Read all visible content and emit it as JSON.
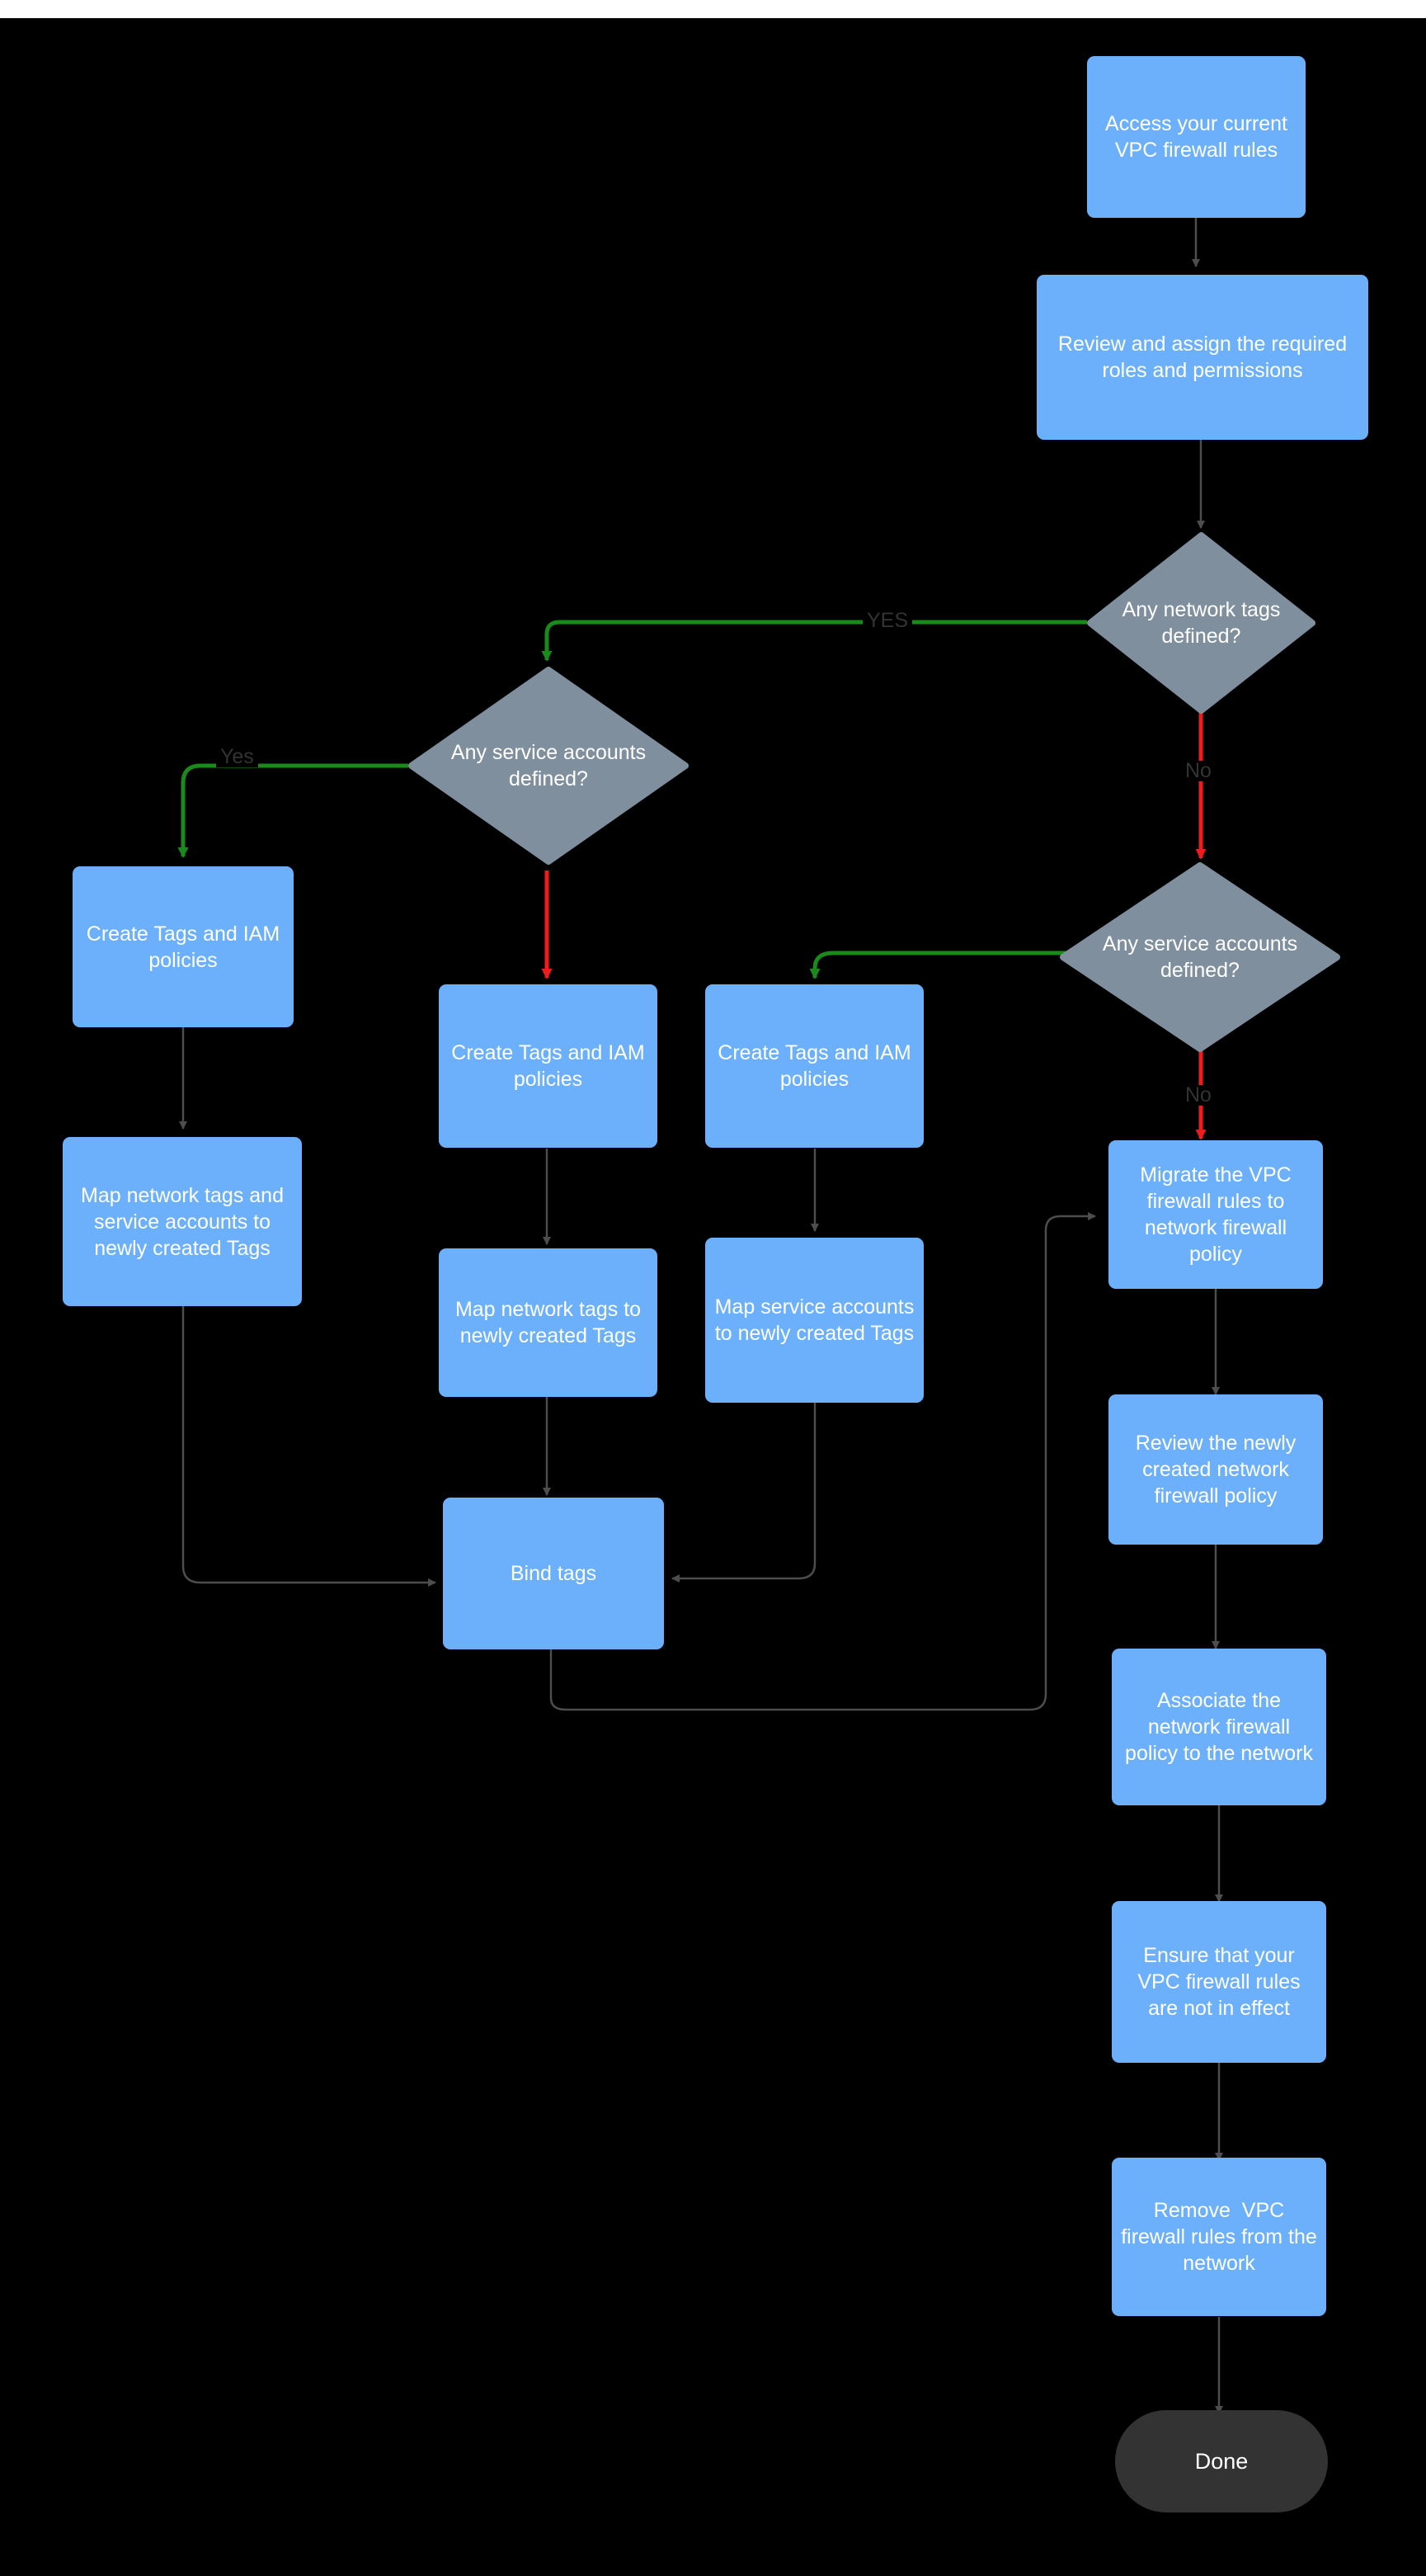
{
  "diagram": {
    "title": "VPC firewall rules to network firewall policy migration flow",
    "colors": {
      "background": "#000000",
      "process_fill": "#6cb0fb",
      "decision_fill": "#7f8f9e",
      "terminal_fill": "#333333",
      "node_text": "#ffffff",
      "edge_default": "#4d4d4d",
      "edge_yes": "#1a8a1a",
      "edge_no": "#ee1c1c",
      "edge_label_text": "#333333"
    },
    "nodes": [
      {
        "id": "access_rules",
        "kind": "process",
        "label": "Access your current VPC firewall rules"
      },
      {
        "id": "review_roles",
        "kind": "process",
        "label": "Review and assign the required roles and permissions"
      },
      {
        "id": "net_tags_decision",
        "kind": "decision",
        "label": "Any network tags defined?"
      },
      {
        "id": "svc_acct_left",
        "kind": "decision",
        "label": "Any service accounts defined?"
      },
      {
        "id": "svc_acct_right",
        "kind": "decision",
        "label": "Any service accounts defined?"
      },
      {
        "id": "create_tags_left",
        "kind": "process",
        "label": "Create Tags and IAM policies"
      },
      {
        "id": "create_tags_mid",
        "kind": "process",
        "label": "Create Tags and IAM policies"
      },
      {
        "id": "create_tags_right",
        "kind": "process",
        "label": "Create Tags and IAM policies"
      },
      {
        "id": "map_both",
        "kind": "process",
        "label": "Map network tags and service accounts to newly created Tags"
      },
      {
        "id": "map_net_tags",
        "kind": "process",
        "label": "Map network tags to newly created Tags"
      },
      {
        "id": "map_svc_accts",
        "kind": "process",
        "label": "Map service accounts  to newly created Tags"
      },
      {
        "id": "bind_tags",
        "kind": "process",
        "label": "Bind tags"
      },
      {
        "id": "migrate_rules",
        "kind": "process",
        "label": "Migrate the VPC firewall rules to network firewall policy"
      },
      {
        "id": "review_policy",
        "kind": "process",
        "label": "Review the newly created network firewall policy"
      },
      {
        "id": "associate_policy",
        "kind": "process",
        "label": "Associate the network firewall policy to the network"
      },
      {
        "id": "ensure_not_effect",
        "kind": "process",
        "label": "Ensure that your VPC firewall rules are not in effect"
      },
      {
        "id": "remove_rules",
        "kind": "process",
        "label": "Remove  VPC firewall rules from the network"
      },
      {
        "id": "done",
        "kind": "terminal",
        "label": "Done"
      }
    ],
    "edge_labels": {
      "net_tags_yes": "YES",
      "net_tags_no": "No",
      "svc_left_yes": "Yes",
      "svc_right_no": "No"
    },
    "edges": [
      {
        "from": "access_rules",
        "to": "review_roles",
        "label": "",
        "color": "default"
      },
      {
        "from": "review_roles",
        "to": "net_tags_decision",
        "label": "",
        "color": "default"
      },
      {
        "from": "net_tags_decision",
        "to": "svc_acct_left",
        "label": "YES",
        "color": "yes"
      },
      {
        "from": "net_tags_decision",
        "to": "svc_acct_right",
        "label": "No",
        "color": "no"
      },
      {
        "from": "svc_acct_left",
        "to": "create_tags_left",
        "label": "Yes",
        "color": "yes"
      },
      {
        "from": "svc_acct_left",
        "to": "create_tags_mid",
        "label": "",
        "color": "no"
      },
      {
        "from": "svc_acct_right",
        "to": "create_tags_right",
        "label": "",
        "color": "yes"
      },
      {
        "from": "svc_acct_right",
        "to": "migrate_rules",
        "label": "No",
        "color": "no"
      },
      {
        "from": "create_tags_left",
        "to": "map_both",
        "label": "",
        "color": "default"
      },
      {
        "from": "create_tags_mid",
        "to": "map_net_tags",
        "label": "",
        "color": "default"
      },
      {
        "from": "create_tags_right",
        "to": "map_svc_accts",
        "label": "",
        "color": "default"
      },
      {
        "from": "map_both",
        "to": "bind_tags",
        "label": "",
        "color": "default"
      },
      {
        "from": "map_net_tags",
        "to": "bind_tags",
        "label": "",
        "color": "default"
      },
      {
        "from": "map_svc_accts",
        "to": "bind_tags",
        "label": "",
        "color": "default"
      },
      {
        "from": "bind_tags",
        "to": "migrate_rules",
        "label": "",
        "color": "default"
      },
      {
        "from": "migrate_rules",
        "to": "review_policy",
        "label": "",
        "color": "default"
      },
      {
        "from": "review_policy",
        "to": "associate_policy",
        "label": "",
        "color": "default"
      },
      {
        "from": "associate_policy",
        "to": "ensure_not_effect",
        "label": "",
        "color": "default"
      },
      {
        "from": "ensure_not_effect",
        "to": "remove_rules",
        "label": "",
        "color": "default"
      },
      {
        "from": "remove_rules",
        "to": "done",
        "label": "",
        "color": "default"
      }
    ]
  }
}
